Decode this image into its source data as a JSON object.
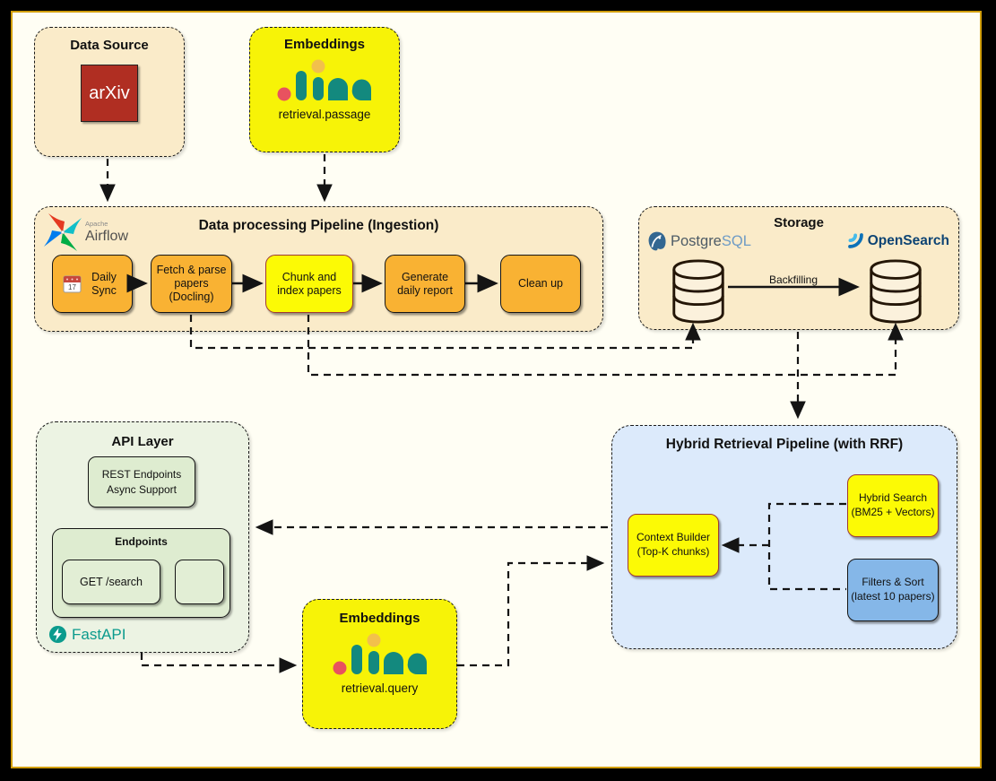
{
  "colors": {
    "background": "#FFFEF4",
    "frame_black": "#000000",
    "frame_gold": "#D19E0C",
    "container_tan": "#FAEBC9",
    "box_orange": "#F9B233",
    "box_yellow": "#F7F307",
    "api_green": "#ECF3E3",
    "api_inner_green": "#DEECD0",
    "hybrid_blue": "#DCEAFB",
    "filters_blue": "#85B7E8",
    "arxiv_red": "#B02E22",
    "jina_teal": "#13897E",
    "fastapi_teal": "#0B9B8D",
    "postgres_blue": "#336791",
    "opensearch_navy": "#0D4474"
  },
  "icons": {
    "arxiv": "arxiv-logo",
    "jina": "jina-logo",
    "airflow": "airflow-pinwheel-icon",
    "calendar": "calendar-icon",
    "postgresql": "postgresql-elephant-icon",
    "opensearch": "opensearch-swirl-icon",
    "fastapi": "fastapi-bolt-icon",
    "database": "database-cylinder-icon"
  },
  "nodes": {
    "data_source": {
      "title": "Data Source",
      "logo_text": "arXiv"
    },
    "embeddings_passage": {
      "title": "Embeddings",
      "model": "retrieval.passage"
    },
    "ingestion": {
      "title": "Data processing Pipeline (Ingestion)",
      "engine_small": "Apache",
      "engine": "Airflow",
      "calendar_day": "17",
      "tasks": [
        {
          "label": "Daily Sync"
        },
        {
          "label": "Fetch & parse papers (Docling)"
        },
        {
          "label": "Chunk and index papers"
        },
        {
          "label": "Generate daily report"
        },
        {
          "label": "Clean up"
        }
      ]
    },
    "storage": {
      "title": "Storage",
      "postgres_a": "Postgre",
      "postgres_b": "SQL",
      "opensearch": "OpenSearch",
      "backfill_label": "Backfilling"
    },
    "api_layer": {
      "title": "API Layer",
      "rest_line1": "REST Endpoints",
      "rest_line2": "Async Support",
      "endpoints_title": "Endpoints",
      "get_search": "GET /search",
      "framework": "FastAPI"
    },
    "hybrid": {
      "title": "Hybrid Retrieval Pipeline (with RRF)",
      "context_builder_1": "Context Builder",
      "context_builder_2": "(Top-K chunks)",
      "hybrid_search_1": "Hybrid Search",
      "hybrid_search_2": "(BM25 + Vectors)",
      "filters_1": "Filters & Sort",
      "filters_2": "(latest 10 papers)"
    },
    "embeddings_query": {
      "title": "Embeddings",
      "model": "retrieval.query"
    }
  },
  "edges": [
    {
      "from": "data_source",
      "to": "ingestion",
      "style": "dashed"
    },
    {
      "from": "embeddings_passage",
      "to": "ingestion",
      "style": "dashed"
    },
    {
      "from": "ingestion.fetch_parse_papers",
      "to": "storage.postgresql",
      "style": "dashed"
    },
    {
      "from": "ingestion.chunk_index_papers",
      "to": "storage.opensearch",
      "style": "dashed"
    },
    {
      "from": "storage.postgresql",
      "to": "storage.opensearch",
      "style": "solid",
      "label": "Backfilling"
    },
    {
      "from": "storage",
      "to": "hybrid",
      "style": "dashed"
    },
    {
      "from": "hybrid",
      "to": "api_layer",
      "style": "dashed"
    },
    {
      "from": "hybrid.hybrid_search",
      "to": "hybrid.context_builder",
      "style": "dashed"
    },
    {
      "from": "hybrid.filters_sort",
      "to": "hybrid.context_builder",
      "style": "dashed"
    },
    {
      "from": "api_layer",
      "to": "embeddings_query",
      "style": "dashed"
    },
    {
      "from": "embeddings_query",
      "to": "hybrid",
      "style": "dashed"
    }
  ]
}
